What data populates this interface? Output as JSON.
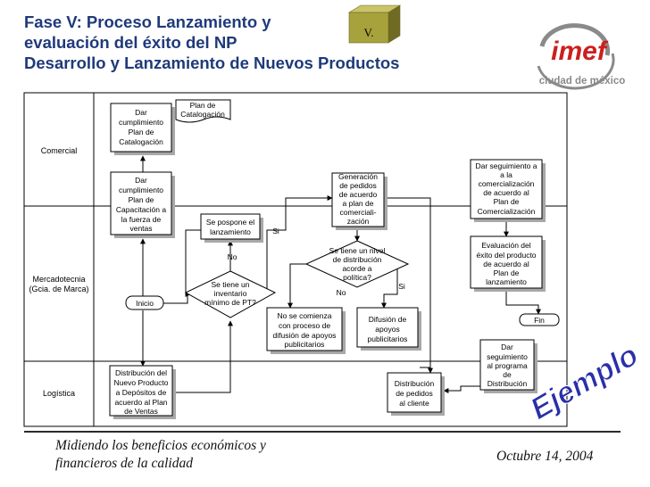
{
  "header": {
    "title_lines": [
      "Fase V: Proceso Lanzamiento y",
      "evaluación del éxito del NP",
      "Desarrollo y Lanzamiento de Nuevos Productos"
    ],
    "phase_badge": "V."
  },
  "logo": {
    "brand": "imef",
    "city": "ciudad de méxico"
  },
  "lanes": {
    "comercial": "Comercial",
    "mercadotecnia": [
      "Mercadotecnia",
      "(Gcia. de Marca)"
    ],
    "logistica": "Logística"
  },
  "nodes": {
    "dar_cumplimiento_catalogacion": [
      "Dar",
      "cumplimiento",
      "Plan de",
      "Catalogación"
    ],
    "plan_catalogacion_doc": [
      "Plan de",
      "Catalogación"
    ],
    "dar_cumplimiento_capacitacion": [
      "Dar",
      "cumplimiento",
      "Plan de",
      "Capacitación a",
      "la fuerza de",
      "ventas"
    ],
    "inicio": "Inicio",
    "se_pospone": [
      "Se pospone el",
      "lanzamiento"
    ],
    "inventario_decision": [
      "Se tiene un",
      "inventario",
      "mínimo de PT?"
    ],
    "generacion_pedidos": [
      "Generación",
      "de pedidos",
      "de acuerdo",
      "a plan de",
      "comerciali-",
      "zación"
    ],
    "nivel_distribucion_decision": [
      "Se tiene un nivel",
      "de distribución",
      "acorde a",
      "política?"
    ],
    "no_se_comienza": [
      "No se comienza",
      "con proceso de",
      "difusión de apoyos",
      "publicitarios"
    ],
    "difusion_apoyos": [
      "Difusión de",
      "apoyos",
      "publicitarios"
    ],
    "dar_seguimiento_comercializacion": [
      "Dar seguimiento a",
      "a la",
      "comercialización",
      "de acuerdo al",
      "Plan de",
      "Comercialización"
    ],
    "evaluacion_exito": [
      "Evaluación del",
      "éxito del producto",
      "de acuerdo al",
      "Plan de",
      "lanzamiento"
    ],
    "fin": "Fin",
    "dar_seguimiento_distribucion": [
      "Dar",
      "seguimiento",
      "al programa",
      "de",
      "Distribución"
    ],
    "distribucion_nuevo_producto": [
      "Distribución del",
      "Nuevo Producto",
      "a Depósitos de",
      "acuerdo al Plan",
      "de Ventas"
    ],
    "distribucion_pedidos": [
      "Distribución",
      "de pedidos",
      "al cliente"
    ]
  },
  "edge_labels": {
    "no_1": "No",
    "si_1": "Si",
    "no_2": "No",
    "si_2": "Si"
  },
  "stamp": "Ejemplo",
  "footer": {
    "left_lines": [
      "Midiendo los beneficios económicos y",
      "financieros de la calidad"
    ],
    "date": "Octubre 14, 2004"
  },
  "colors": {
    "title": "#1f3a7a",
    "badge_fill": "#a7a23c",
    "badge_top": "#c9c46a",
    "logo_red": "#cc1f1f",
    "logo_gray": "#8a8a8a",
    "shadow": "#a8a8a8",
    "stamp_fill": "#2a2faa"
  }
}
